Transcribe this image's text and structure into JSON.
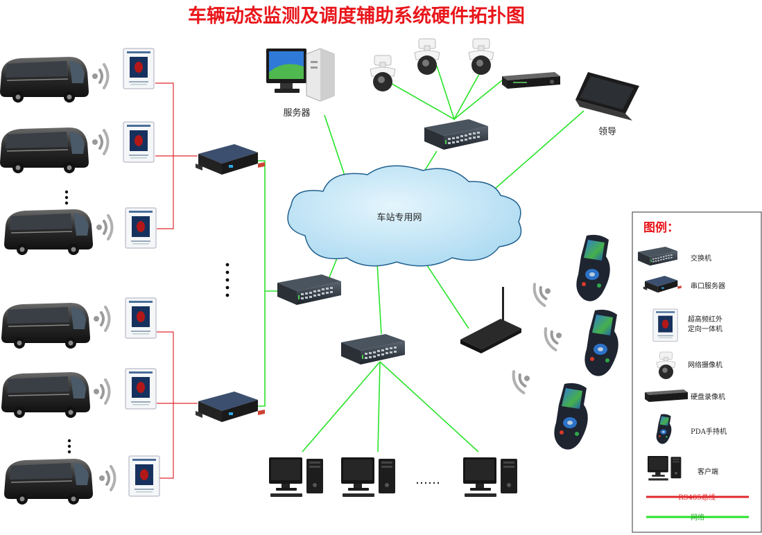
{
  "title": "车辆动态监测及调度辅助系统硬件拓扑图",
  "labels": {
    "server": "服务器",
    "leader": "领导",
    "cloud": "车站专用网"
  },
  "legend": {
    "heading": "图例：",
    "items": [
      "交换机",
      "串口服务器",
      "超高频红外",
      "定向一体机",
      "网络摄像机",
      "硬盘录像机",
      "PDA手持机",
      "客户端",
      "RS485总线",
      "网络"
    ]
  },
  "ellipsis": "……",
  "colors": {
    "title": "#e8161b",
    "rs485": "#e0282c",
    "network": "#27e327",
    "cloud_fill": "#bfe6f7",
    "cloud_stroke": "#1f5e8c"
  }
}
